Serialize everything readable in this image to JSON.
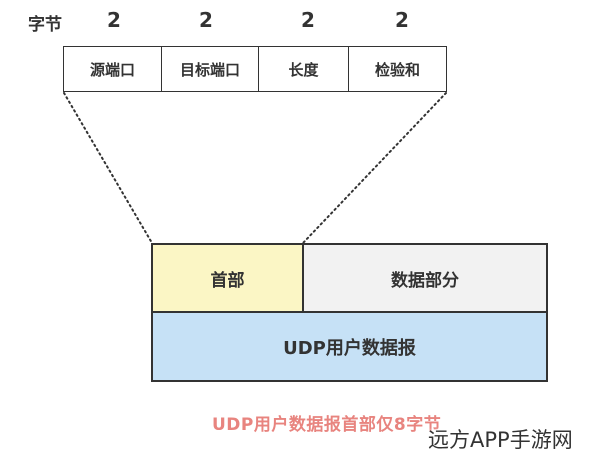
{
  "labels": {
    "bytes": "字节"
  },
  "fields": [
    {
      "name": "源端口",
      "bytes": "2"
    },
    {
      "name": "目标端口",
      "bytes": "2"
    },
    {
      "name": "长度",
      "bytes": "2"
    },
    {
      "name": "检验和",
      "bytes": "2"
    }
  ],
  "packet": {
    "header": "首部",
    "data": "数据部分",
    "whole": "UDP用户数据报"
  },
  "caption": "UDP用户数据报首部仅8字节",
  "watermark": "远方APP手游网",
  "colors": {
    "header_fill": "#fbf6c5",
    "data_fill": "#f2f2f2",
    "datagram_fill": "#c6e1f6",
    "caption_color": "#e8847f"
  }
}
